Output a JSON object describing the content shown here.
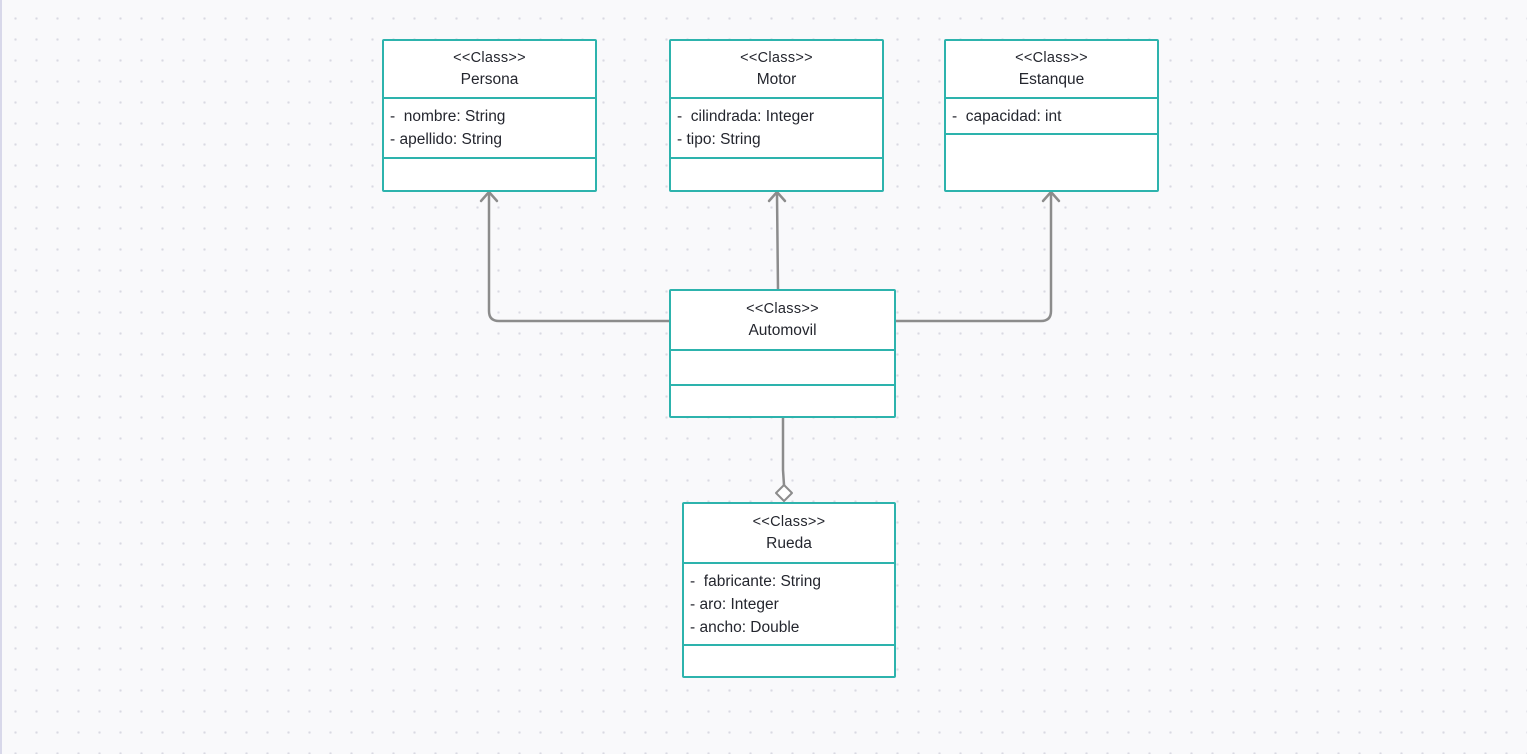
{
  "diagram": {
    "classes": {
      "persona": {
        "stereotype": "<<Class>>",
        "name": "Persona",
        "attributes": [
          "-  nombre: String",
          "- apellido: String"
        ]
      },
      "motor": {
        "stereotype": "<<Class>>",
        "name": "Motor",
        "attributes": [
          "-  cilindrada: Integer",
          "- tipo: String"
        ]
      },
      "estanque": {
        "stereotype": "<<Class>>",
        "name": "Estanque",
        "attributes": [
          "-  capacidad: int"
        ]
      },
      "automovil": {
        "stereotype": "<<Class>>",
        "name": "Automovil",
        "attributes": []
      },
      "rueda": {
        "stereotype": "<<Class>>",
        "name": "Rueda",
        "attributes": [
          "-  fabricante: String",
          "- aro: Integer",
          "- ancho: Double"
        ]
      }
    },
    "relations": [
      {
        "from": "Automovil",
        "to": "Persona",
        "type": "association"
      },
      {
        "from": "Automovil",
        "to": "Motor",
        "type": "association"
      },
      {
        "from": "Automovil",
        "to": "Estanque",
        "type": "association"
      },
      {
        "from": "Automovil",
        "to": "Rueda",
        "type": "aggregation"
      }
    ],
    "colors": {
      "class_border": "#2db3ad",
      "connector": "#8c8c8c",
      "background": "#f9f9fb"
    }
  }
}
